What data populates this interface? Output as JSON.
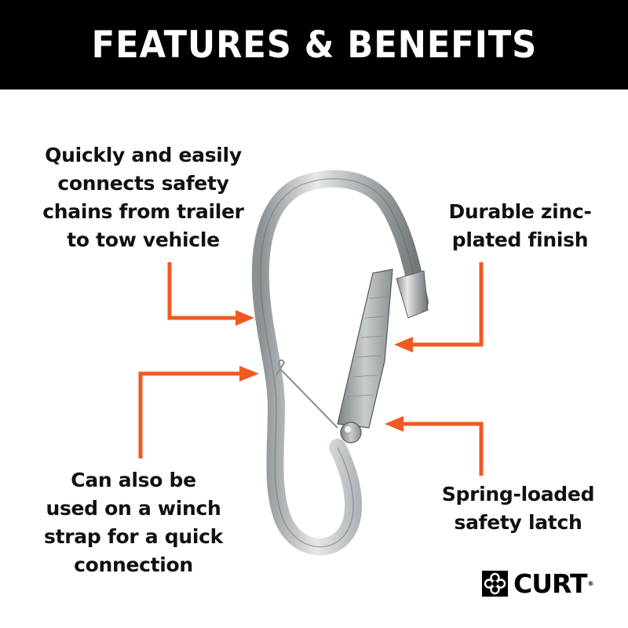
{
  "header": {
    "title": "FEATURES & BENEFITS"
  },
  "features": [
    {
      "id": "f1",
      "lines": [
        "Quickly and easily",
        "connects safety",
        "chains from trailer",
        "to tow vehicle"
      ]
    },
    {
      "id": "f2",
      "lines": [
        "Durable zinc-",
        "plated finish"
      ]
    },
    {
      "id": "f3",
      "lines": [
        "Can also be",
        "used on a winch",
        "strap for a quick",
        "connection"
      ]
    },
    {
      "id": "f4",
      "lines": [
        "Spring-loaded",
        "safety latch"
      ]
    }
  ],
  "product": {
    "name": "snap hook with safety latch",
    "icon": "s-hook-illustration"
  },
  "colors": {
    "header_bg": "#000000",
    "header_text": "#ffffff",
    "arrow": "#f05a22",
    "text": "#111111",
    "metal": "#b8bcbe"
  },
  "brand": {
    "name": "CURT",
    "mark": "®"
  }
}
